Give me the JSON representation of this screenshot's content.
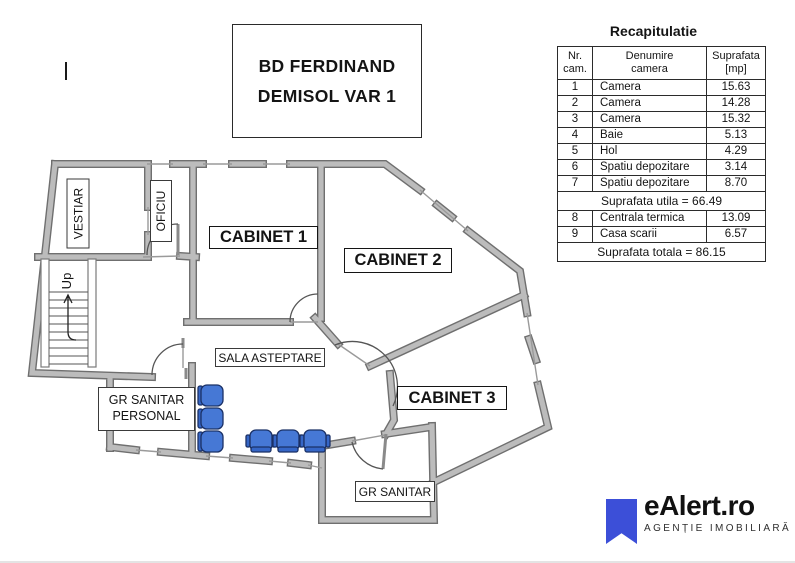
{
  "plan": {
    "title": {
      "line1": "BD FERDINAND",
      "line2": "DEMISOL VAR 1"
    },
    "rooms": {
      "vestiar": "VESTIAR",
      "oficiu": "OFICIU",
      "stairs_up": "Up",
      "cabinet1": "CABINET 1",
      "cabinet2": "CABINET 2",
      "cabinet3": "CABINET 3",
      "sala": "SALA ASTEPTARE",
      "gr_sanitar_personal": {
        "line1": "GR SANITAR",
        "line2": "PERSONAL"
      },
      "gr_sanitar": "GR SANITAR"
    },
    "colors": {
      "wall_fill": "#bcbcbc",
      "wall_edge": "#6f6f6f",
      "chair_fill": "#4678d5",
      "chair_back": "#3566c6",
      "chair_stroke": "#1b3166"
    }
  },
  "recap": {
    "title": "Recapitulatie",
    "header": {
      "nr1": "Nr.",
      "nr2": "cam.",
      "name1": "Denumire",
      "name2": "camera",
      "area1": "Suprafata",
      "area2": "[mp]"
    },
    "rows": [
      {
        "nr": "1",
        "name": "Camera",
        "area": "15.63"
      },
      {
        "nr": "2",
        "name": "Camera",
        "area": "14.28"
      },
      {
        "nr": "3",
        "name": "Camera",
        "area": "15.32"
      },
      {
        "nr": "4",
        "name": "Baie",
        "area": "5.13"
      },
      {
        "nr": "5",
        "name": "Hol",
        "area": "4.29"
      },
      {
        "nr": "6",
        "name": "Spatiu depozitare",
        "area": "3.14"
      },
      {
        "nr": "7",
        "name": "Spatiu depozitare",
        "area": "8.70"
      }
    ],
    "subtotal": "Suprafata utila = 66.49",
    "rows2": [
      {
        "nr": "8",
        "name": "Centrala termica",
        "area": "13.09"
      },
      {
        "nr": "9",
        "name": "Casa scarii",
        "area": "6.57"
      }
    ],
    "total": "Suprafata totala = 86.15"
  },
  "logo": {
    "brand": "eAlert.ro",
    "tagline": "AGENȚIE IMOBILIARĂ",
    "accent": "#3c4fd8"
  }
}
